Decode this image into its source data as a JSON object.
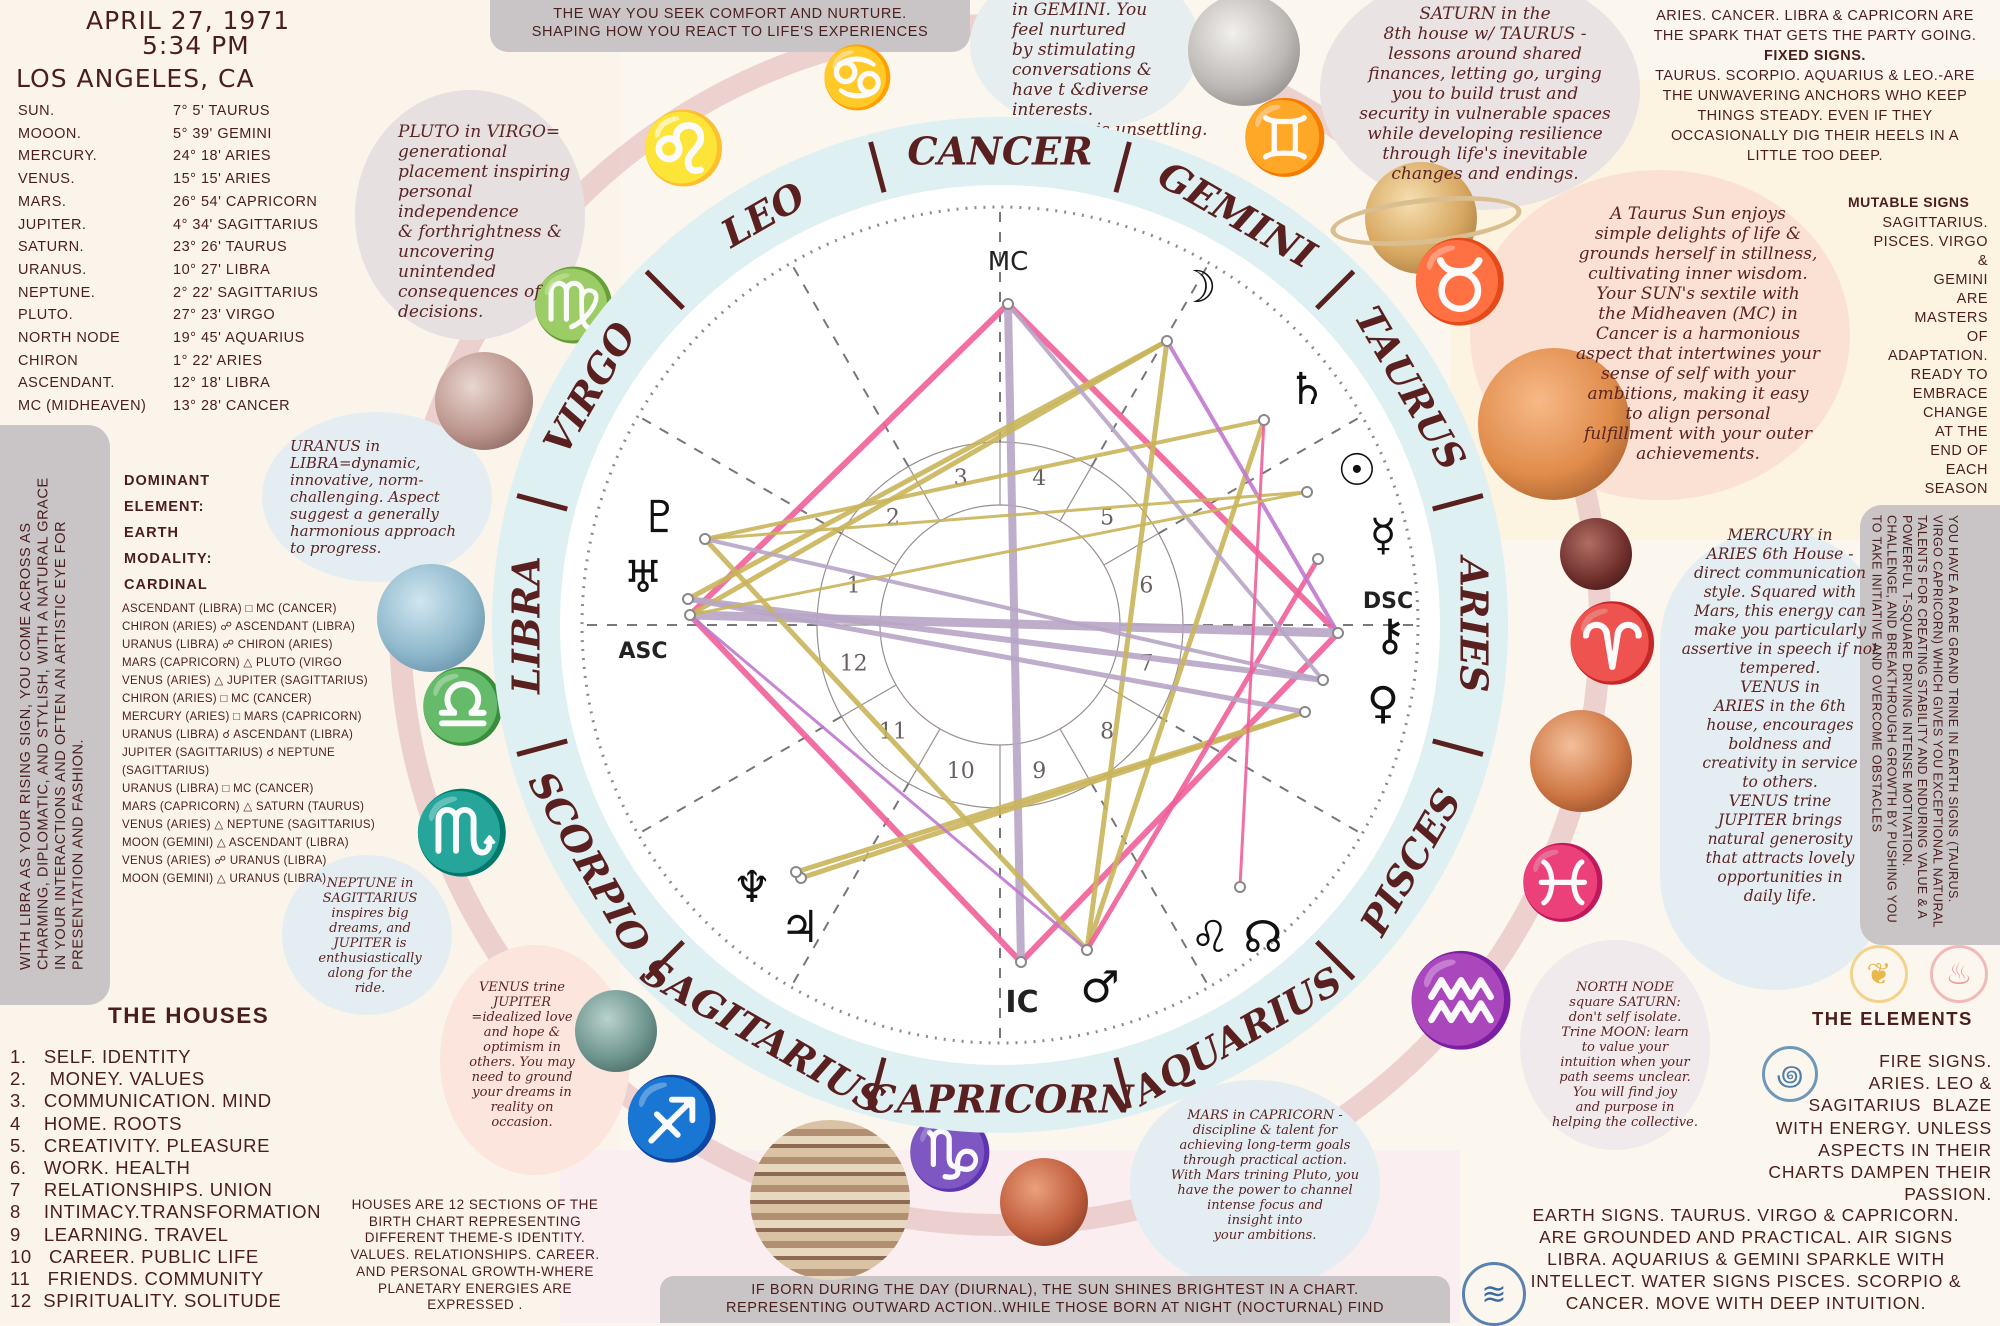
{
  "birth": {
    "date": "APRIL 27, 1971",
    "time": "5:34 PM",
    "place": "LOS ANGELES, CA"
  },
  "placements": [
    {
      "body": "SUN.",
      "position": "7° 5' TAURUS"
    },
    {
      "body": "MOOON.",
      "position": "5° 39' GEMINI"
    },
    {
      "body": "MERCURY.",
      "position": "24° 18' ARIES"
    },
    {
      "body": "VENUS.",
      "position": "15° 15' ARIES"
    },
    {
      "body": "MARS.",
      "position": "26° 54' CAPRICORN"
    },
    {
      "body": "JUPITER.",
      "position": "4° 34' SAGITTARIUS"
    },
    {
      "body": "SATURN.",
      "position": "23° 26' TAURUS"
    },
    {
      "body": "URANUS.",
      "position": "10° 27' LIBRA"
    },
    {
      "body": "NEPTUNE.",
      "position": "2° 22' SAGITTARIUS"
    },
    {
      "body": "PLUTO.",
      "position": "27° 23' VIRGO"
    },
    {
      "body": "NORTH NODE",
      "position": "19° 45' AQUARIUS"
    },
    {
      "body": "CHIRON",
      "position": "1° 22' ARIES"
    },
    {
      "body": "ASCENDANT.",
      "position": "12° 18' LIBRA"
    },
    {
      "body": "MC (MIDHEAVEN)",
      "position": "13° 28' CANCER"
    }
  ],
  "rising_text": "WITH LIBRA AS YOUR RISING SIGN, YOU COME ACROSS AS CHARMING, DIPLOMATIC, AND STYLISH, WITH A NATURAL GRACE IN YOUR INTERACTIONS AND OFTEN AN ARTISTIC EYE FOR PRESENTATION AND FASHION.",
  "dominant": {
    "l1": "DOMINANT",
    "l2": "ELEMENT:",
    "l3": "EARTH",
    "l4": "MODALITY:",
    "l5": "CARDINAL"
  },
  "aspects": [
    "ASCENDANT (LIBRA) □ MC (CANCER)",
    "CHIRON (ARIES) ☍ ASCENDANT (LIBRA)",
    "URANUS (LIBRA) ☍ CHIRON (ARIES)",
    "MARS (CAPRICORN) △ PLUTO (VIRGO",
    "VENUS (ARIES) △ JUPITER (SAGITTARIUS)",
    "CHIRON (ARIES) □ MC (CANCER)",
    "MERCURY (ARIES) □ MARS (CAPRICORN)",
    "URANUS (LIBRA) ☌ ASCENDANT (LIBRA)",
    "JUPITER (SAGITTARIUS) ☌ NEPTUNE (SAGITTARIUS)",
    "URANUS (LIBRA) □ MC (CANCER)",
    "MARS (CAPRICORN) △ SATURN (TAURUS)",
    "VENUS (ARIES) △ NEPTUNE (SAGITTARIUS)",
    "MOON (GEMINI) △ ASCENDANT (LIBRA)",
    "VENUS (ARIES) ☍ URANUS (LIBRA)",
    "MOON (GEMINI) △ URANUS (LIBRA)"
  ],
  "houses_title": "THE HOUSES",
  "houses": [
    "1.   SELF. IDENTITY",
    "2.    MONEY. VALUES",
    "3.   COMMUNICATION. MIND",
    "4    HOME. ROOTS",
    "5.   CREATIVITY. PLEASURE",
    "6.   WORK. HEALTH",
    "7    RELATIONSHIPS. UNION",
    "8    INTIMACY.TRANSFORMATION",
    "9    LEARNING. TRAVEL",
    "10   CAREER. PUBLIC LIFE",
    "11   FRIENDS. COMMUNITY",
    "12  SPIRITUALITY. SOLITUDE"
  ],
  "houses_note": "HOUSES ARE 12 SECTIONS OF THE BIRTH CHART REPRESENTING DIFFERENT THEME-S IDENTITY. VALUES. RELATIONSHIPS. CAREER. AND PERSONAL GROWTH-WHERE PLANETARY ENERGIES ARE EXPRESSED .",
  "top_band": {
    "l1": "THE WAY YOU SEEK COMFORT AND NURTURE.",
    "l2": "SHAPING HOW YOU REACT TO LIFE'S EXPERIENCES"
  },
  "bottom_band": {
    "l1": "IF BORN DURING THE DAY (DIURNAL), THE SUN SHINES BRIGHTEST IN A CHART.",
    "l2": "REPRESENTING OUTWARD ACTION..WHILE THOSE BORN AT NIGHT (NOCTURNAL) FIND"
  },
  "cardinal": {
    "l1": "ARIES. CANCER. LIBRA & CAPRICORN ARE",
    "l2": "THE SPARK THAT GETS THE PARTY GOING."
  },
  "fixed": {
    "title": "FIXED SIGNS.",
    "l1": "TAURUS. SCORPIO. AQUARIUS & LEO.-ARE",
    "l2": "THE UNWAVERING ANCHORS WHO KEEP",
    "l3": "THINGS STEADY. EVEN IF THEY",
    "l4": "OCCASIONALLY DIG THEIR HEELS IN A",
    "l5": "LITTLE TOO DEEP."
  },
  "mutable": {
    "title": "MUTABLE SIGNS",
    "lines": [
      "SAGITTARIUS.",
      "PISCES. VIRGO &",
      "GEMINI",
      "ARE",
      "MASTERS",
      "OF",
      "ADAPTATION.",
      "READY TO",
      "EMBRACE",
      "CHANGE",
      "AT THE",
      "END OF",
      "EACH",
      "SEASON"
    ]
  },
  "grand_trine": "YOU HAVE A RARE GRAND TRINE IN EARTH SIGNS (TAURUS. VIRGO CAPRICORN) WHICH GIVES YOU EXCEPTIONAL NATURAL TALENTS FOR CREATING STABILITY AND ENDURING VALUE & A POWERFUL T-SQUARE DRIVING INTENSE MOTIVATION. CHALLENGE, AND BREAKTHROUGH GROWTH BY PUSHING YOU TO TAKE INITIATIVE AND OVERCOME OBSTACLES",
  "elements": {
    "title": "THE ELEMENTS",
    "fire": [
      "FIRE SIGNS.",
      "ARIES. LEO &",
      "SAGITARIUS  BLAZE",
      "WITH ENERGY. UNLESS",
      "ASPECTS IN THEIR",
      "CHARTS DAMPEN THEIR",
      "PASSION."
    ],
    "rest": [
      "EARTH SIGNS. TAURUS. VIRGO & CAPRICORN.",
      "ARE GROUNDED AND PRACTICAL. AIR SIGNS",
      "LIBRA. AQUARIUS & GEMINI SPARKLE WITH",
      "INTELLECT. WATER SIGNS PISCES. SCORPIO &",
      "CANCER. MOVE WITH DEEP INTUITION."
    ]
  },
  "notes": {
    "moon": [
      "in GEMINI. You",
      "feel nurtured",
      "by stimulating",
      "conversations &",
      "have t &diverse interests.",
      "Boredom is unsettling."
    ],
    "saturn": [
      "SATURN in the",
      "8th house w/ TAURUS -",
      "lessons around shared",
      "finances, letting go, urging",
      "you to build trust and",
      "security in vulnerable spaces",
      "while developing resilience",
      "through life's inevitable",
      "changes and endings."
    ],
    "pluto": [
      "PLUTO in VIRGO=",
      "generational",
      "placement inspiring",
      "personal independence",
      "& forthrightness &",
      "uncovering unintended",
      "consequences of",
      "decisions."
    ],
    "uranus": [
      "URANUS in",
      "LIBRA=dynamic,",
      "innovative, norm-",
      "challenging. Aspect",
      "suggest a generally",
      "harmonious approach",
      "to progress."
    ],
    "sun": [
      "A Taurus Sun enjoys",
      "simple delights of life &",
      "grounds herself in stillness,",
      "cultivating inner wisdom.",
      "Your SUN's sextile with",
      "the Midheaven (MC) in",
      "Cancer is a harmonious",
      "aspect that intertwines your",
      "sense of self with your",
      "ambitions, making it easy",
      "to align personal",
      "fulfillment with your outer",
      "achievements."
    ],
    "mercury": [
      "MERCURY in",
      "ARIES 6th House -",
      "direct communication",
      "style. Squared with",
      "Mars, this energy can",
      "make you particularly",
      "assertive in speech if not",
      "tempered.",
      "VENUS in",
      "ARIES in the 6th",
      "house, encourages",
      "boldness and",
      "creativity in service",
      "to others.",
      "VENUS trine",
      "JUPITER brings",
      "natural generosity",
      "that attracts lovely",
      "opportunities in",
      "daily life."
    ],
    "neptune": [
      "NEPTUNE in",
      "SAGITTARIUS",
      "inspires big",
      "dreams, and",
      "JUPITER is",
      "enthusiastically",
      "along for the",
      "ride."
    ],
    "venus": [
      "VENUS trine",
      "JUPITER",
      "=idealized love",
      "and hope &",
      "optimism in",
      "others. You may",
      "need to ground",
      "your dreams in",
      "reality on",
      "occasion."
    ],
    "mars": [
      "MARS in CAPRICORN -",
      "discipline & talent for",
      "achieving long-term goals",
      "through practical action.",
      "With Mars trining Pluto, you",
      "have the power to channel",
      "intense focus and",
      "insight into",
      "your ambitions."
    ],
    "node": [
      "NORTH NODE",
      "square SATURN:",
      "don't self isolate.",
      "Trine MOON: learn",
      "to value your",
      "intuition when your",
      "path seems unclear.",
      "You will find joy",
      "and purpose in",
      "helping the collective."
    ]
  },
  "wheel": {
    "signs": [
      "CANCER",
      "GEMINI",
      "TAURUS",
      "ARIES",
      "PISCES",
      "AQUARIUS",
      "CAPRICORN",
      "SAGITARIUS",
      "SCORPIO",
      "LIBRA",
      "VIRGO",
      "LEO"
    ],
    "angles": {
      "mc": "MC",
      "ic": "IC",
      "asc": "ASC",
      "dsc": "DSC"
    },
    "house_numbers": [
      "1",
      "2",
      "3",
      "4",
      "5",
      "6",
      "7",
      "8",
      "9",
      "10",
      "11",
      "12"
    ],
    "glyphs": {
      "moon": "☽",
      "saturn": "♄",
      "sun": "☉",
      "mercury": "☿",
      "chiron": "⚷",
      "venus": "♀",
      "node": "☊",
      "mars": "♂",
      "jupiter": "♃",
      "neptune": "♆",
      "uranus": "♅",
      "pluto": "♇"
    },
    "colors": {
      "pink": "#f0609a",
      "gold": "#c9b55a",
      "lavender": "#b7a6c6",
      "purple": "#c07ad0",
      "band": "#dff0f3",
      "ring": "#d4a8a8"
    }
  }
}
